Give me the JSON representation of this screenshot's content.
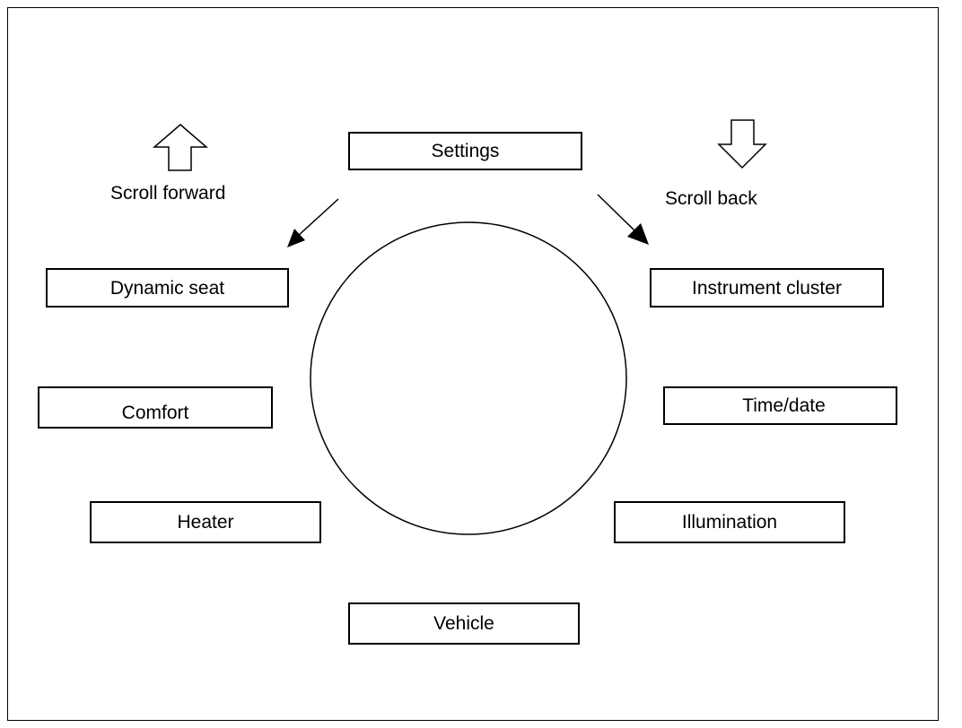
{
  "diagram": {
    "center_item": "Settings",
    "left_items": [
      "Dynamic seat",
      "Comfort",
      "Heater"
    ],
    "right_items": [
      "Instrument cluster",
      "Time/date",
      "Illumination"
    ],
    "bottom_item": "Vehicle",
    "scroll_forward_label": "Scroll forward",
    "scroll_back_label": "Scroll back"
  },
  "icons": {
    "scroll_forward": "up-arrow-icon",
    "scroll_back": "down-arrow-icon"
  }
}
